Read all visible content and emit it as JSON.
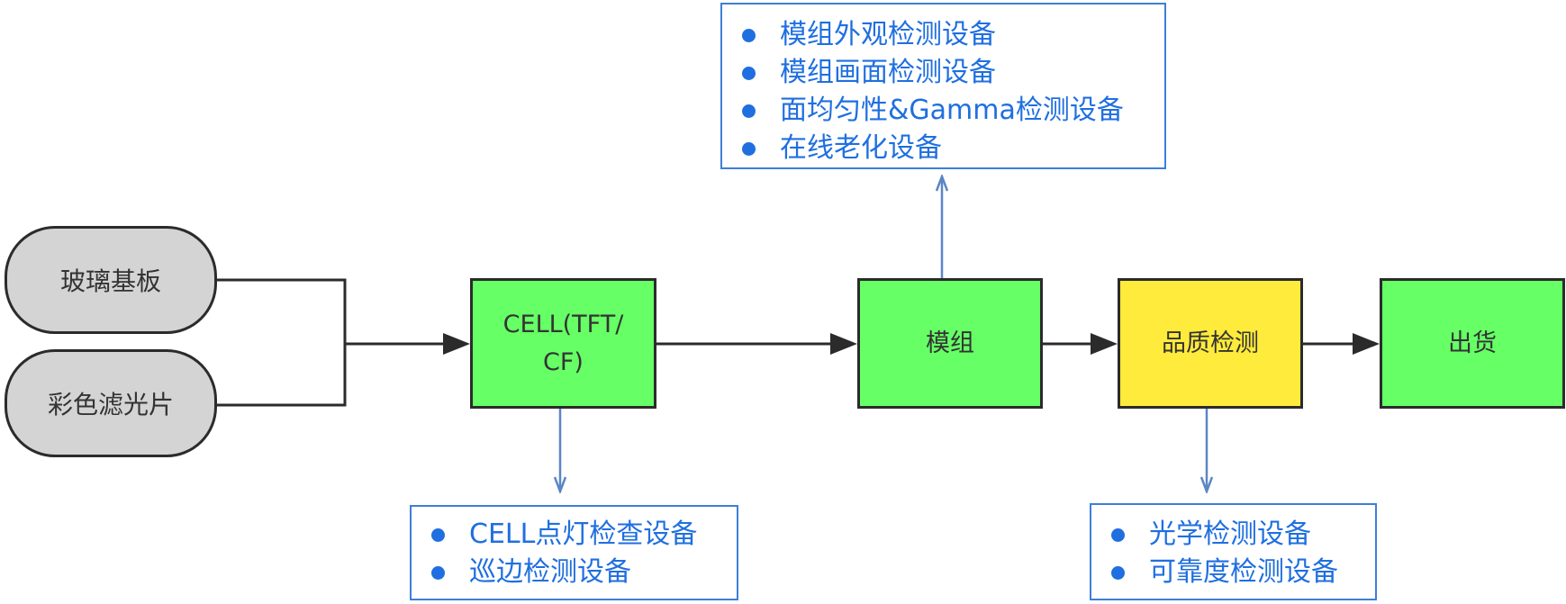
{
  "inputs": {
    "glass_substrate": "玻璃基板",
    "color_filter": "彩色滤光片"
  },
  "process": {
    "cell_line1": "CELL(TFT/",
    "cell_line2": "CF)",
    "module": "模组",
    "quality_inspection": "品质检测",
    "shipment": "出货"
  },
  "equipment": {
    "module_equipment": [
      "模组外观检测设备",
      "模组画面检测设备",
      "面均匀性&Gamma检测设备",
      "在线老化设备"
    ],
    "cell_equipment": [
      "CELL点灯检查设备",
      "巡边检测设备"
    ],
    "quality_equipment": [
      "光学检测设备",
      "可靠度检测设备"
    ]
  },
  "colors": {
    "process_box": "#66ff66",
    "quality_box": "#ffeb3b",
    "input_pill": "#d4d4d4",
    "equipment_text": "#1f6fe0",
    "equipment_border": "#3d7fd9",
    "connector": "#2b2b2b",
    "equipment_connector": "#5b86c5"
  }
}
